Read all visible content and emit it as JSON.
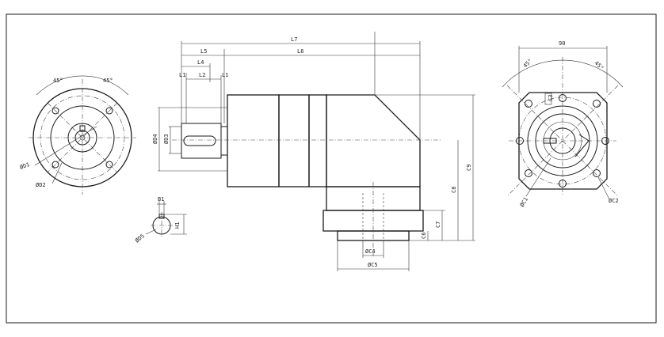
{
  "drawing": {
    "left_view": {
      "angle_left": "45°",
      "angle_right": "45°",
      "d1": "ØD1",
      "d2": "ØD2"
    },
    "key_detail": {
      "b1": "B1",
      "h1": "H1",
      "d5": "ØD5"
    },
    "side_view": {
      "l1_left": "L1",
      "l1_right": "L1",
      "l2": "L2",
      "l4": "L4",
      "l5": "L5",
      "l6": "L6",
      "l7": "L7",
      "d3": "ØD3",
      "d4": "ØD4",
      "c4": "ØC4",
      "c5": "ØC5",
      "c6": "C6",
      "c7": "C7",
      "c8": "C8",
      "c9": "C9"
    },
    "right_view": {
      "width": "90",
      "angle_left": "45°",
      "angle_right": "45°",
      "c1": "ØC1",
      "c2": "ØC2",
      "c3": "C3"
    }
  }
}
